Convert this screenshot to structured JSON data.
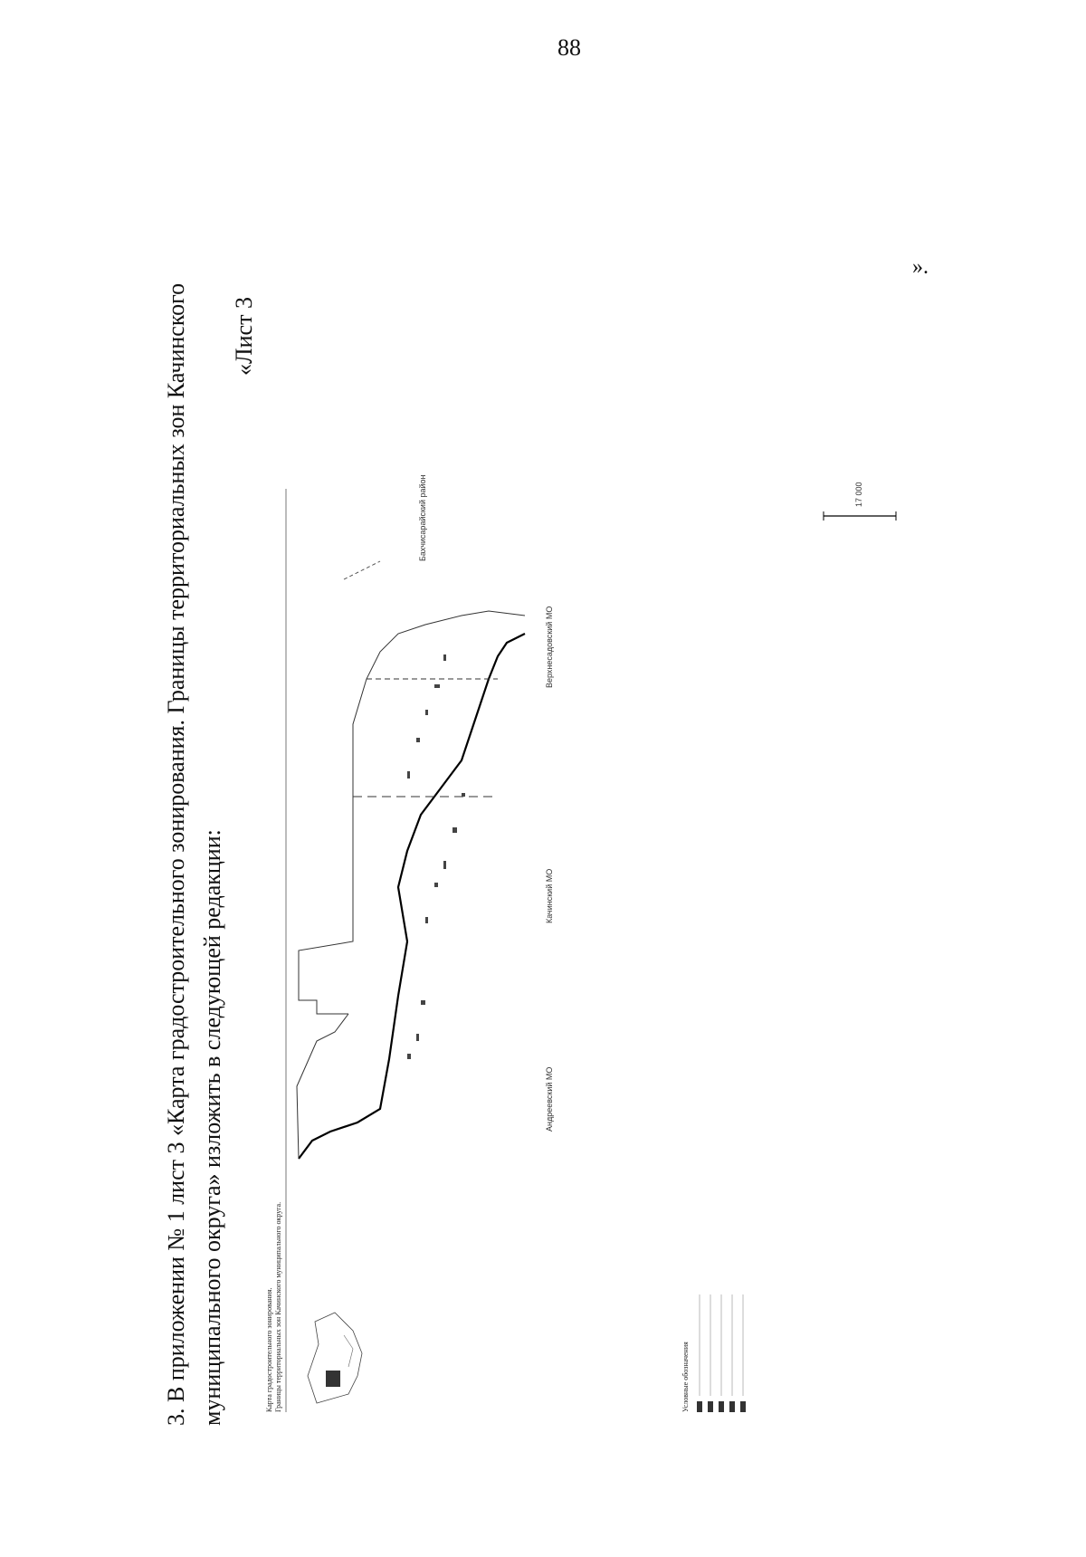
{
  "page": {
    "number": "88"
  },
  "text": {
    "line1": "3. В приложении № 1 лист 3 «Карта градостроительного зонирования. Границы территориальных зон Качинского",
    "line2": "муниципального округа» изложить в следующей редакции:",
    "sheet_label": "«Лист 3",
    "closing": "»."
  },
  "map": {
    "title_line1": "Карта градостроительного зонирования.",
    "title_line2": "Границы территориальных зон Качинского муниципального округа.",
    "labels": {
      "andreevsky": "Андреевский МО",
      "verkhnesadovsky": "Верхнесадовский МО",
      "vasilievsky": "Бахчисарайский район",
      "kachinsky": "Качинский МО"
    },
    "legend_title": "Условные обозначения",
    "scale_label": "17 000"
  }
}
